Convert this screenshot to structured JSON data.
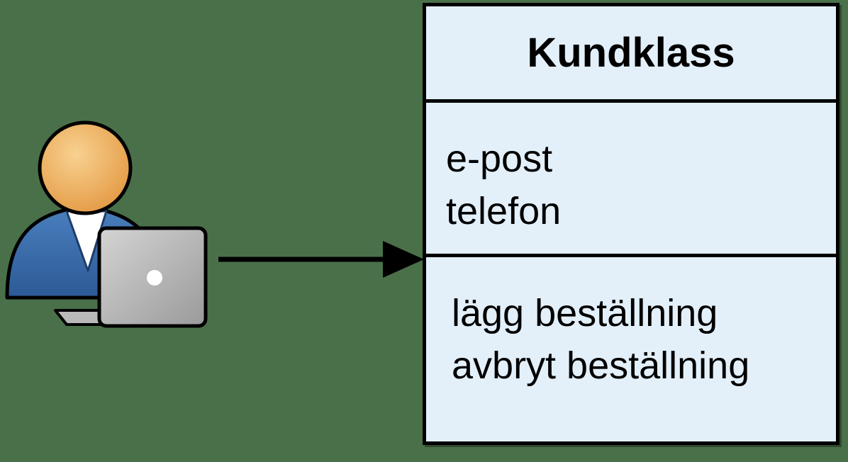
{
  "background_color": "#4a7049",
  "actor": {
    "icon": "user-with-laptop-icon"
  },
  "uml_class": {
    "name": "Kundklass",
    "attributes": [
      "e-post",
      "telefon"
    ],
    "operations": [
      "lägg beställning",
      "avbryt beställning"
    ],
    "fill_color": "#e3f0fa"
  }
}
